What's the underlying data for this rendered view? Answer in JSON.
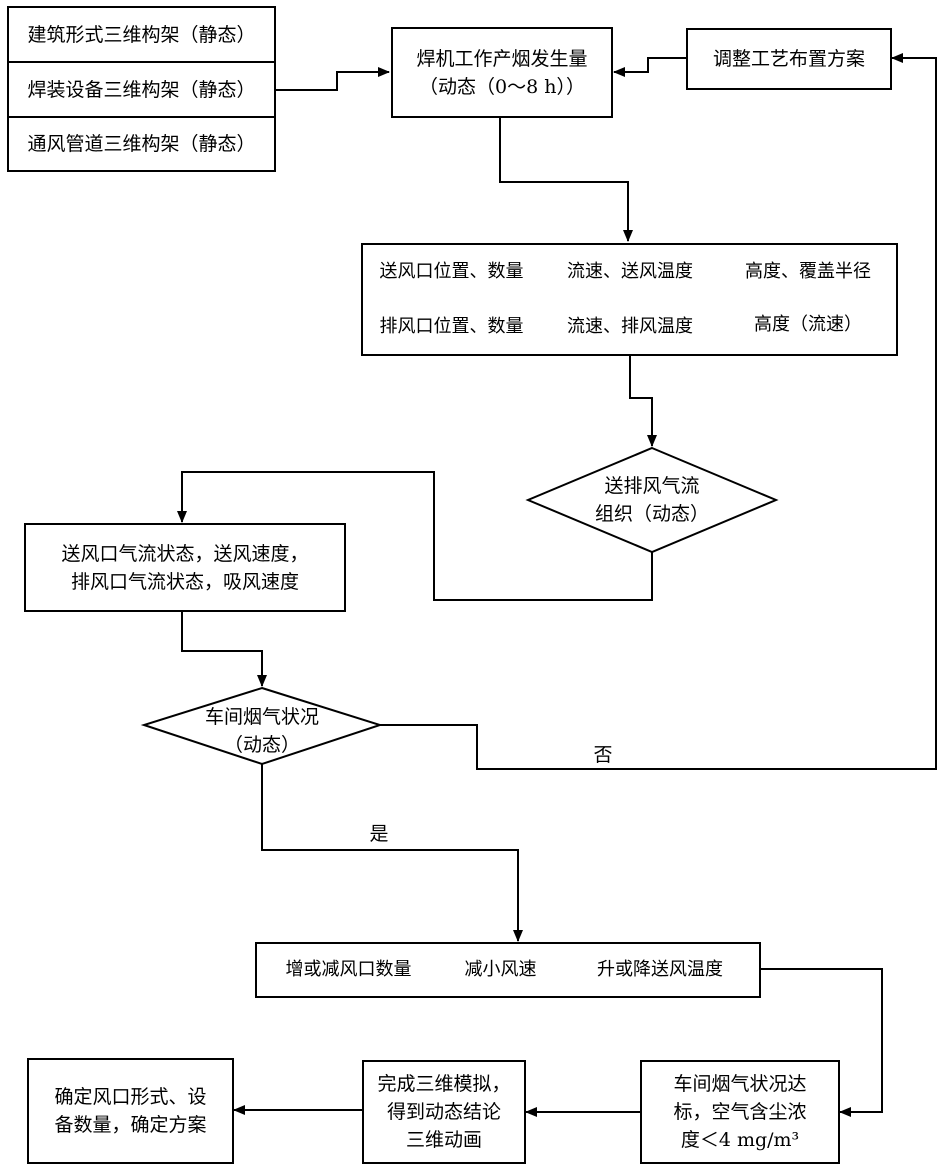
{
  "static_frames": [
    "建筑形式三维构架（静态）",
    "焊装设备三维构架（静态）",
    "通风管道三维构架（静态）"
  ],
  "welding_smoke": "焊机工作产烟发生量\n（动态（0～8 h））",
  "adjust_plan": "调整工艺布置方案",
  "vent_table": {
    "rows": [
      [
        "送风口位置、数量",
        "流速、送风温度",
        "高度、覆盖半径"
      ],
      [
        "排风口位置、数量",
        "流速、排风温度",
        "高度（流速）"
      ]
    ]
  },
  "airflow_org": "送排风气流\n组织（动态）",
  "airflow_state": "送风口气流状态，送风速度，\n排风口气流状态，吸风速度",
  "workshop_smoke": "车间烟气状况\n（动态）",
  "label_no": "否",
  "label_yes": "是",
  "adjust_table": [
    "增或减风口数量",
    "减小风速",
    "升或降送风温度"
  ],
  "standard_met": "车间烟气状况达\n标，空气含尘浓\n度＜4 mg/m³",
  "simulation_done": "完成三维模拟，\n得到动态结论\n三维动画",
  "final_plan": "确定风口形式、设\n备数量，确定方案"
}
